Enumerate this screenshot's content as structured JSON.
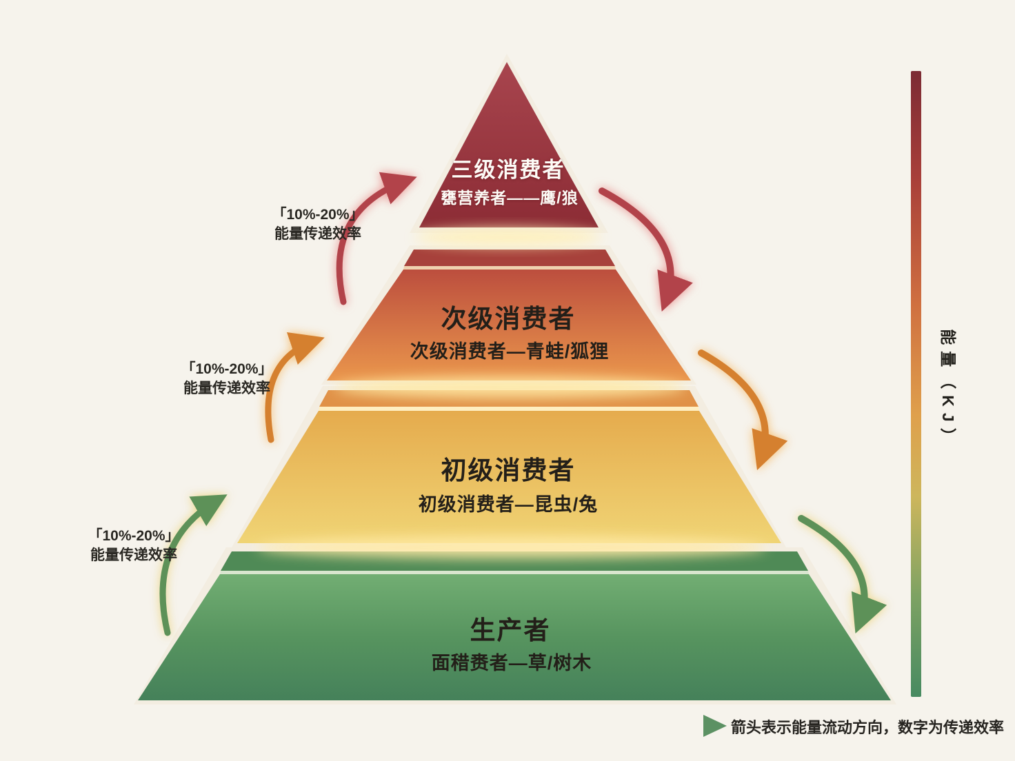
{
  "background": "#f6f3ec",
  "tiers": [
    {
      "level": "tertiary-consumer",
      "title": "三级消费者",
      "subtitle": "甕营养者——鹰/狼",
      "color_top": "#a8454e",
      "color_bottom": "#8c2c35",
      "text_color": "#fdfbf6"
    },
    {
      "level": "secondary-consumer",
      "title": "次级消费者",
      "subtitle": "次级消费者—青蛙/狐狸",
      "band_color": "#a7413b",
      "color_top": "#bc4e3e",
      "color_bottom": "#ea964c",
      "text_color": "#231f19"
    },
    {
      "level": "primary-consumer",
      "title": "初级消费者",
      "subtitle": "初级消费者—昆虫/兔",
      "band_color": "#e09147",
      "color_top": "#e5ab4d",
      "color_bottom": "#f0d475",
      "text_color": "#231f19"
    },
    {
      "level": "producer",
      "title": "生产者",
      "subtitle": "面稓赉者—草/树木",
      "band_color": "#4f8a56",
      "color_top": "#72ae73",
      "color_mid": "#57945f",
      "color_bottom": "#45815a",
      "text_color": "#231f19"
    }
  ],
  "efficiency_labels": [
    {
      "line1": "「10%-20%」",
      "line2": "能量传递效率"
    },
    {
      "line1": "「10%-20%」",
      "line2": "能量传递效率"
    },
    {
      "line1": "「10%-20%」",
      "line2": "能量传递效率"
    }
  ],
  "arrows": {
    "red": "#b2434a",
    "orange": "#d5802f",
    "green": "#5d9158"
  },
  "energy_axis": {
    "label": "能量（KJ）",
    "stops": [
      "#7c2b34",
      "#a83f3a",
      "#cf6f40",
      "#dfa04c",
      "#cdb65c",
      "#7da263",
      "#478a61"
    ]
  },
  "legend": {
    "text": "箭头表示能量流动方向，数字为传递效率",
    "arrow_start": "#e7cf8a",
    "arrow_end": "#5c9163"
  }
}
